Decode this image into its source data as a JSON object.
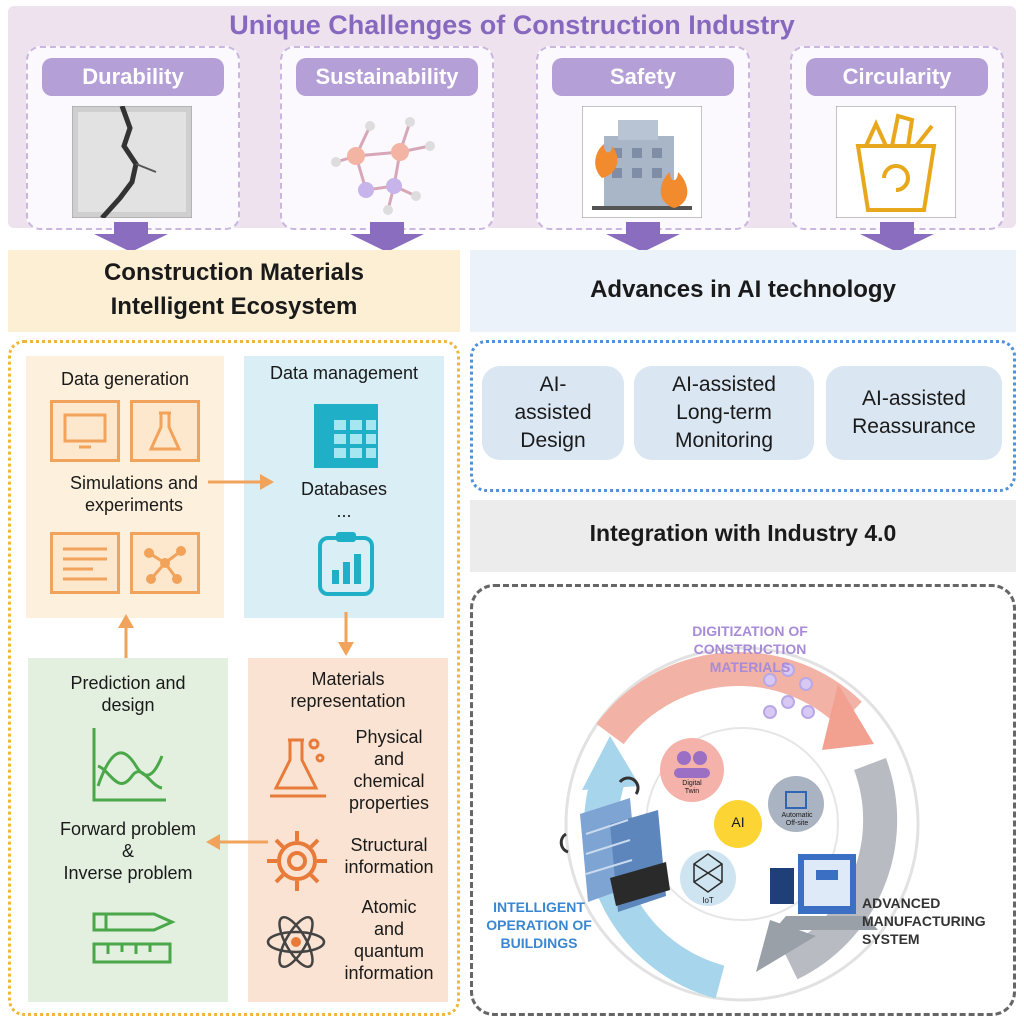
{
  "top": {
    "title": "Unique Challenges of Construction Industry",
    "challenges": [
      {
        "label": "Durability",
        "icon": "concrete-crack-icon"
      },
      {
        "label": "Sustainability",
        "icon": "molecule-icon"
      },
      {
        "label": "Safety",
        "icon": "building-fire-icon"
      },
      {
        "label": "Circularity",
        "icon": "recycle-bin-icon"
      }
    ]
  },
  "cmie": {
    "title_line1": "Construction Materials",
    "title_line2": "Intelligent Ecosystem",
    "data_generation": {
      "title": "Data generation",
      "caption_line1": "Simulations and",
      "caption_line2": "experiments"
    },
    "data_management": {
      "title": "Data management",
      "caption": "Databases",
      "ellipsis": "..."
    },
    "materials_rep": {
      "title_line1": "Materials",
      "title_line2": "representation",
      "items": [
        {
          "l1": "Physical",
          "l2": "and",
          "l3": "chemical",
          "l4": "properties"
        },
        {
          "l1": "Structural",
          "l2": "information"
        },
        {
          "l1": "Atomic",
          "l2": "and",
          "l3": "quantum",
          "l4": "information"
        }
      ]
    },
    "prediction": {
      "title_line1": "Prediction and",
      "title_line2": "design",
      "caption_line1": "Forward problem",
      "caption_line2": "&",
      "caption_line3": "Inverse problem"
    }
  },
  "ai": {
    "title": "Advances in AI technology",
    "pills": [
      {
        "l1": "AI-",
        "l2": "assisted",
        "l3": "Design"
      },
      {
        "l1": "AI-assisted",
        "l2": "Long-term",
        "l3": "Monitoring"
      },
      {
        "l1": "AI-assisted",
        "l2": "Reassurance"
      }
    ]
  },
  "industry": {
    "title": "Integration with Industry 4.0",
    "digitization_l1": "DIGITIZATION OF",
    "digitization_l2": "CONSTRUCTION",
    "digitization_l3": "MATERIALS",
    "advanced_l1": "ADVANCED",
    "advanced_l2": "MANUFACTURING",
    "advanced_l3": "SYSTEM",
    "intelligent_l1": "INTELLIGENT",
    "intelligent_l2": "OPERATION OF",
    "intelligent_l3": "BUILDINGS",
    "center": "AI",
    "node_digital_twin_l1": "Digital",
    "node_digital_twin_l2": "Twin",
    "node_automatic_l1": "Automatic",
    "node_automatic_l2": "Off-site",
    "node_iot": "IoT"
  },
  "colors": {
    "purple_title": "#8768bf",
    "orange": "#f2a35b",
    "blue": "#4f92d8",
    "green_panel": "#e3f0df",
    "teal": "#1fb0c8"
  }
}
